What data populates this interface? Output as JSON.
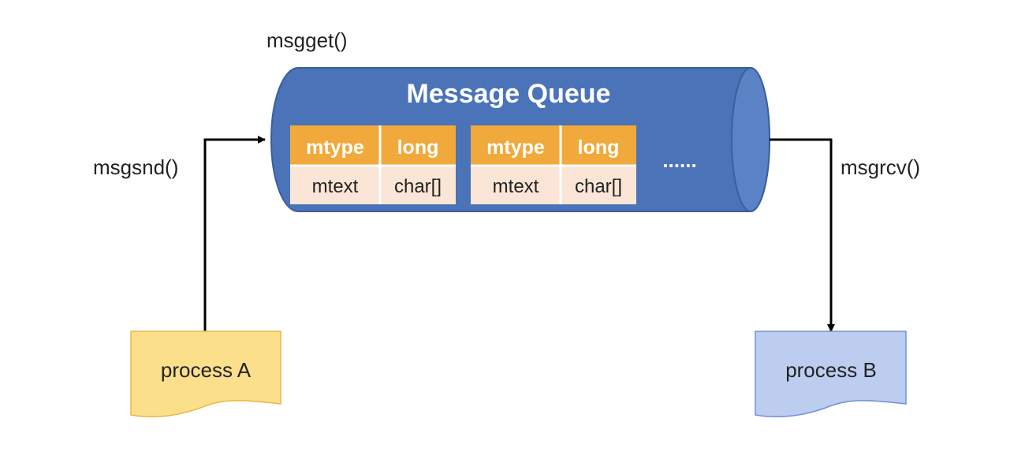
{
  "labels": {
    "msgget": "msgget()",
    "msgsnd": "msgsnd()",
    "msgrcv": "msgrcv()",
    "ellipsis": "......"
  },
  "queue": {
    "title": "Message Queue",
    "messages": [
      {
        "type_name": "mtype",
        "type_kind": "long",
        "text_name": "mtext",
        "text_kind": "char[]"
      },
      {
        "type_name": "mtype",
        "type_kind": "long",
        "text_name": "mtext",
        "text_kind": "char[]"
      }
    ]
  },
  "processes": {
    "sender": "process A",
    "receiver": "process B"
  },
  "colors": {
    "queue_fill": "#4a73b8",
    "queue_stroke": "#3b5f9c",
    "queue_end": "#5a82c4",
    "header_fill": "#f2a93b",
    "body_fill": "#fbe5d6",
    "process_a_fill": "#fcdf8a",
    "process_a_stroke": "#e6b94a",
    "process_b_fill": "#bccdf0",
    "process_b_stroke": "#6f93d6",
    "arrow": "#000000"
  }
}
